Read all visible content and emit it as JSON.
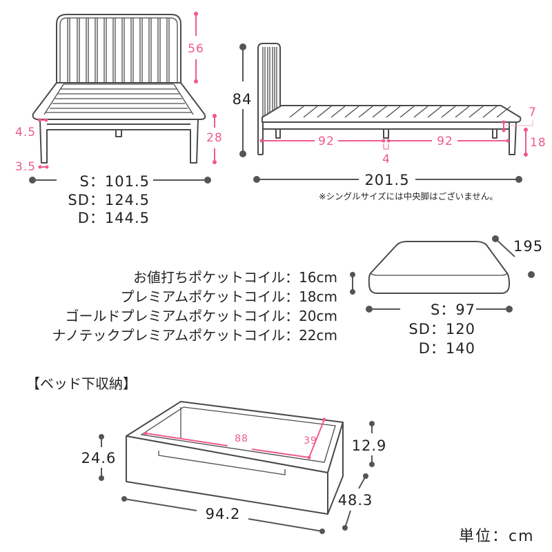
{
  "front_view": {
    "headboard_height": "56",
    "frame_width": "4.5",
    "leg_width": "3.5",
    "floor_to_frame": "28",
    "widths": [
      "S：101.5",
      "SD：124.5",
      "D：144.5"
    ]
  },
  "side_view": {
    "total_height": "84",
    "leg_span_left": "92",
    "leg_span_right": "92",
    "center_leg_width": "4",
    "frame_thickness": "7",
    "leg_clearance": "18",
    "total_length": "201.5",
    "note": "※シングルサイズには中央脚はございません。"
  },
  "mattress": {
    "length": "195",
    "widths": [
      "S：97",
      "SD：120",
      "D：140"
    ],
    "types": [
      "お値打ちポケットコイル：16cm",
      "プレミアムポケットコイル：18cm",
      "ゴールドプレミアムポケットコイル：20cm",
      "ナノテックプレミアムポケットコイル：22cm"
    ]
  },
  "storage": {
    "title": "【ベッド下収納】",
    "inner_width": "88",
    "inner_depth": "39",
    "height": "24.6",
    "inner_height": "12.9",
    "width": "94.2",
    "depth": "48.3"
  },
  "unit": "単位：cm",
  "colors": {
    "accent": "#f0588f",
    "line": "#4a4a4a"
  }
}
